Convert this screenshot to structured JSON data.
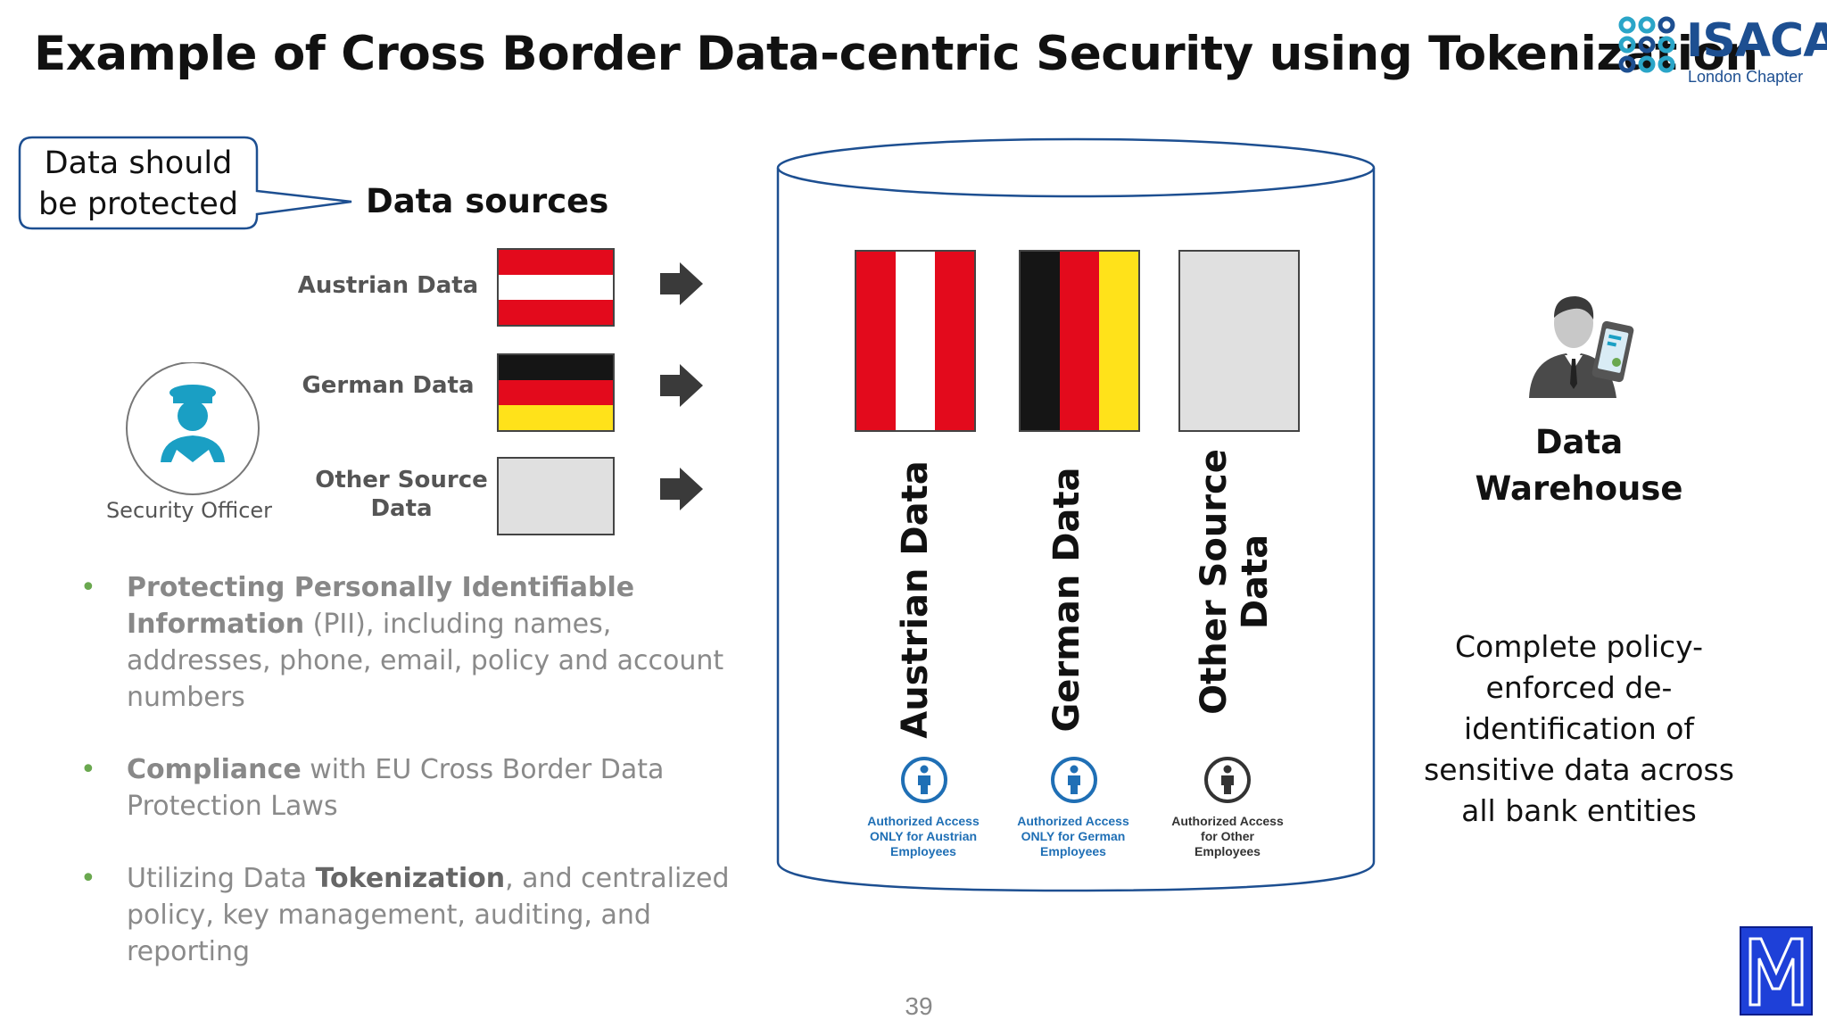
{
  "slide": {
    "title": "Example of Cross Border Data-centric Security using Tokenization",
    "page_number": "39"
  },
  "logo": {
    "name": "ISACA",
    "chapter": "London Chapter"
  },
  "callout": {
    "text": "Data should be protected"
  },
  "data_sources": {
    "title": "Data sources",
    "items": [
      {
        "label": "Austrian Data",
        "flag_colors": [
          "#e30a1c",
          "#ffffff",
          "#e30a1c"
        ]
      },
      {
        "label": "German Data",
        "flag_colors": [
          "#151515",
          "#e30a1c",
          "#ffe21a"
        ]
      },
      {
        "label": "Other Source Data",
        "flag_colors": [
          "#e0e0e0"
        ]
      }
    ]
  },
  "security_officer": {
    "label": "Security Officer",
    "icon": "security-officer-icon"
  },
  "bullets": [
    {
      "bold": "Protecting Personally Identifiable Information",
      "text": "(PII), including names, addresses, phone, email, policy and account numbers"
    },
    {
      "bold": "Compliance",
      "text": "with EU Cross Border Data Protection Laws"
    },
    {
      "pre": "Utilizing Data",
      "bold": "Tokenization",
      "text": ", and centralized policy, key management, auditing, and reporting"
    }
  ],
  "warehouse_columns": [
    {
      "label": "Austrian Data",
      "access": [
        "Authorized Access",
        "ONLY for Austrian",
        "Employees"
      ],
      "access_color": "#1f6fb5"
    },
    {
      "label": "German Data",
      "access": [
        "Authorized Access",
        "ONLY for German",
        "Employees"
      ],
      "access_color": "#1f6fb5"
    },
    {
      "label_lines": [
        "Other Source",
        "Data"
      ],
      "access": [
        "Authorized Access",
        "for Other",
        "Employees"
      ],
      "access_color": "#333333"
    }
  ],
  "data_warehouse": {
    "title_lines": [
      "Data",
      "Warehouse"
    ],
    "description": "Complete policy-enforced de-identification of sensitive data across all bank entities"
  },
  "colors": {
    "accent_blue": "#1f6fb5",
    "teal": "#1a9fc4",
    "bullet_green": "#6aa84f",
    "cylinder_stroke": "#1d4f91"
  }
}
